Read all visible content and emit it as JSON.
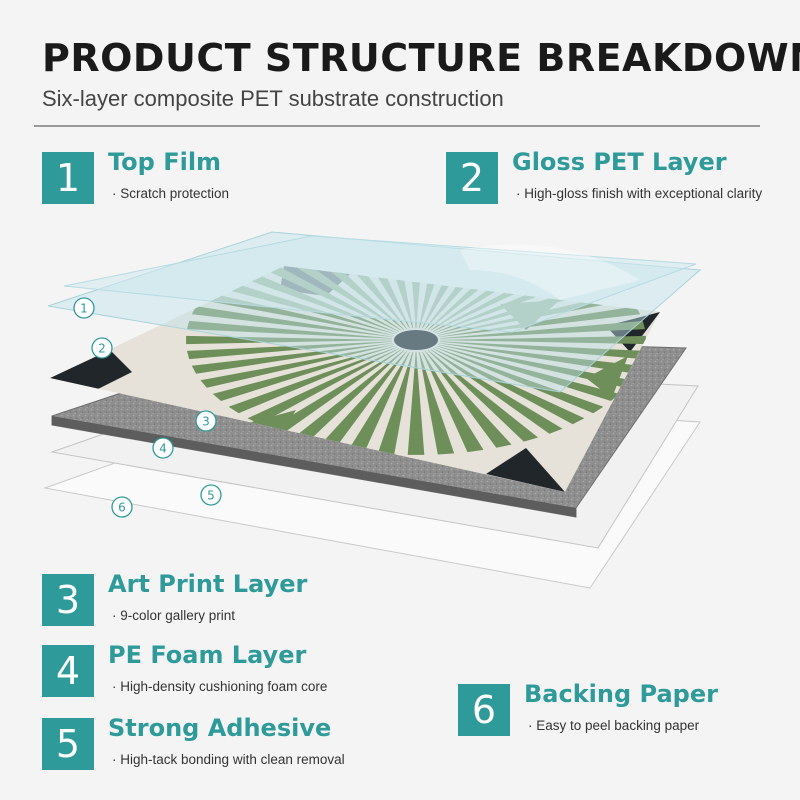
{
  "header": {
    "title": "PRODUCT STRUCTURE BREAKDOWN",
    "subtitle": "Six-layer composite PET substrate construction"
  },
  "colors": {
    "accent": "#2e9a9a",
    "art_green": "#6f8f5a",
    "art_cream": "#e6e2da",
    "art_dark": "#20262a",
    "foam_gray": "#8c8c8c",
    "film_blue": "#bfe3ea"
  },
  "layers": [
    {
      "number": "1",
      "name": "Top Film",
      "description": "Scratch protection"
    },
    {
      "number": "2",
      "name": "Gloss PET Layer",
      "description": "High-gloss finish with exceptional clarity"
    },
    {
      "number": "3",
      "name": "Art Print Layer",
      "description": "9-color gallery print"
    },
    {
      "number": "4",
      "name": "PE Foam Layer",
      "description": "High-density cushioning foam core"
    },
    {
      "number": "5",
      "name": "Strong Adhesive",
      "description": "High-tack bonding with clean removal"
    },
    {
      "number": "6",
      "name": "Backing Paper",
      "description": "Easy to peel backing paper"
    }
  ],
  "markers": [
    "1",
    "2",
    "3",
    "4",
    "5",
    "6"
  ]
}
